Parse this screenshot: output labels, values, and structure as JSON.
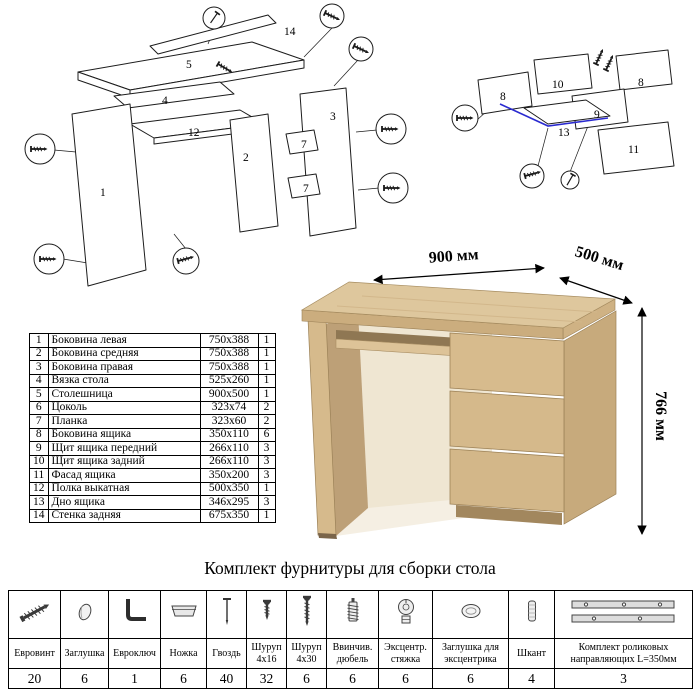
{
  "sheet": {
    "hardware_title": "Комплект фурнитуры для сборки стола"
  },
  "dimensions": {
    "width": "900 мм",
    "depth": "500 мм",
    "height": "766 мм"
  },
  "parts_table": {
    "rows": [
      {
        "num": "1",
        "name": "Боковина левая",
        "size": "750x388",
        "qty": "1"
      },
      {
        "num": "2",
        "name": "Боковина средняя",
        "size": "750x388",
        "qty": "1"
      },
      {
        "num": "3",
        "name": "Боковина правая",
        "size": "750x388",
        "qty": "1"
      },
      {
        "num": "4",
        "name": "Вязка стола",
        "size": "525x260",
        "qty": "1"
      },
      {
        "num": "5",
        "name": "Столешница",
        "size": "900x500",
        "qty": "1"
      },
      {
        "num": "6",
        "name": "Цоколь",
        "size": "323x74",
        "qty": "2"
      },
      {
        "num": "7",
        "name": "Планка",
        "size": "323x60",
        "qty": "2"
      },
      {
        "num": "8",
        "name": "Боковина ящика",
        "size": "350x110",
        "qty": "6"
      },
      {
        "num": "9",
        "name": "Щит ящика передний",
        "size": "266x110",
        "qty": "3"
      },
      {
        "num": "10",
        "name": "Щит ящика задний",
        "size": "266x110",
        "qty": "3"
      },
      {
        "num": "11",
        "name": "Фасад ящика",
        "size": "350x200",
        "qty": "3"
      },
      {
        "num": "12",
        "name": "Полка выкатная",
        "size": "500x350",
        "qty": "1"
      },
      {
        "num": "13",
        "name": "Дно ящика",
        "size": "346x295",
        "qty": "3"
      },
      {
        "num": "14",
        "name": "Стенка задняя",
        "size": "675x350",
        "qty": "1"
      }
    ]
  },
  "hardware_table": {
    "items": [
      {
        "name": "Евровинт",
        "qty": "20",
        "icon": "confirmat-screw-icon"
      },
      {
        "name": "Заглушка",
        "qty": "6",
        "icon": "screw-cap-icon"
      },
      {
        "name": "Евроключ",
        "qty": "1",
        "icon": "hex-key-icon"
      },
      {
        "name": "Ножка",
        "qty": "6",
        "icon": "furniture-leg-icon"
      },
      {
        "name": "Гвоздь",
        "qty": "40",
        "icon": "nail-icon"
      },
      {
        "name": "Шуруп 4х16",
        "qty": "32",
        "icon": "screw-4x16-icon"
      },
      {
        "name": "Шуруп 4х30",
        "qty": "6",
        "icon": "screw-4x30-icon"
      },
      {
        "name": "Ввинчив. дюбель",
        "qty": "6",
        "icon": "screw-in-dowel-icon"
      },
      {
        "name": "Эксцентр. стяжка",
        "qty": "6",
        "icon": "cam-lock-icon"
      },
      {
        "name": "Заглушка для эксцентрика",
        "qty": "6",
        "icon": "cam-cap-icon"
      },
      {
        "name": "Шкант",
        "qty": "4",
        "icon": "wooden-dowel-icon"
      },
      {
        "name": "Комплект роликовых направляющих L=350мм",
        "qty": "3",
        "icon": "roller-guides-icon"
      }
    ]
  },
  "diagram_labels": {
    "left": {
      "p1": "1",
      "p2": "2",
      "p3": "3",
      "p4": "4",
      "p5": "5",
      "p7a": "7",
      "p7b": "7",
      "p12": "12",
      "p14": "14"
    },
    "right": {
      "p8a": "8",
      "p8b": "8",
      "p9": "9",
      "p10": "10",
      "p11": "11",
      "p13": "13"
    }
  }
}
